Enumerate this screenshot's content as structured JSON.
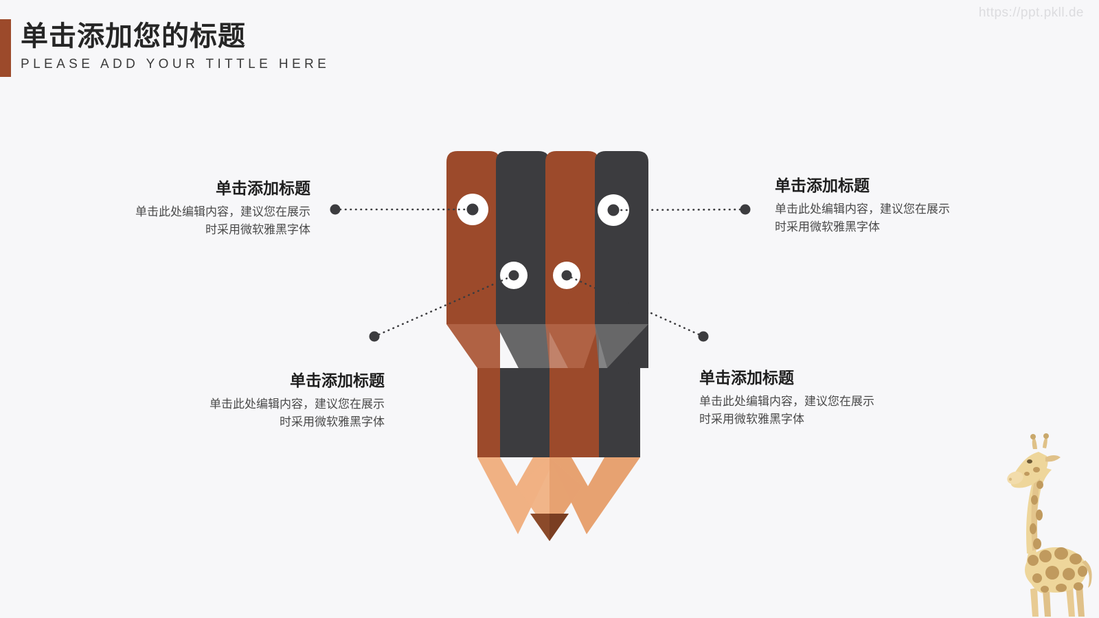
{
  "watermark": "https://ppt.pkll.de",
  "header": {
    "title": "单击添加您的标题",
    "subtitle": "PLEASE ADD YOUR TITTLE HERE",
    "accent_color": "#9c4a2b"
  },
  "callouts": [
    {
      "id": "top-left",
      "title": "单击添加标题",
      "body": "单击此处编辑内容，建议您在展示\n时采用微软雅黑字体"
    },
    {
      "id": "top-right",
      "title": "单击添加标题",
      "body": "单击此处编辑内容，建议您在展示\n时采用微软雅黑字体"
    },
    {
      "id": "bottom-left",
      "title": "单击添加标题",
      "body": "单击此处编辑内容，建议您在展示\n时采用微软雅黑字体"
    },
    {
      "id": "bottom-right",
      "title": "单击添加标题",
      "body": "单击此处编辑内容，建议您在展示\n时采用微软雅黑字体"
    }
  ],
  "graphic": {
    "name": "pencil-infographic",
    "bar_colors": [
      "#9c4a2b",
      "#3c3c3f",
      "#9c4a2b",
      "#3c3c3f"
    ],
    "bar_highlight_colors": [
      "#b5684a",
      "#6e6e70",
      "#b5684a",
      "#6e6e70"
    ],
    "wood_color": "#f0b183",
    "wood_shade_color": "#e59a68",
    "lead_color": "#8b4a2a",
    "eye_outer_color": "#ffffff",
    "eye_inner_color": "#3c3c3f",
    "connector_color": "#3c3c3f",
    "background_color": "#f7f7f9"
  },
  "decoration": {
    "giraffe_body_color": "#efd49a",
    "giraffe_spot_color": "#c09a5e"
  }
}
